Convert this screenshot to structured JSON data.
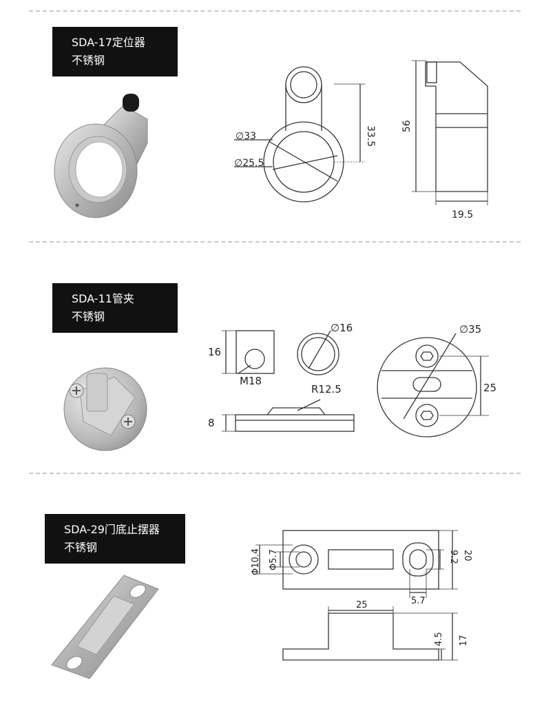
{
  "products": [
    {
      "name": "SDA-17定位器",
      "material": "不锈钢",
      "dims": {
        "d_outer": "∅33",
        "d_inner": "∅25.5",
        "height": "33.5",
        "total_height": "56",
        "width": "19.5"
      }
    },
    {
      "name": "SDA-11管夹",
      "material": "不锈钢",
      "dims": {
        "block_h": "16",
        "thread": "M18",
        "d_ring": "∅16",
        "radius": "R12.5",
        "base_h": "8",
        "d_plate": "∅35",
        "hole_spacing": "25"
      }
    },
    {
      "name": "SDA-29门底止摆器",
      "material": "不锈钢",
      "dims": {
        "d_outer": "Φ10.4",
        "d_inner": "Φ5.7",
        "slot_h": "9.2",
        "total_h": "20",
        "slot_w": "5.7",
        "top_w": "25",
        "step_h": "4.5",
        "side_h": "17"
      }
    }
  ]
}
